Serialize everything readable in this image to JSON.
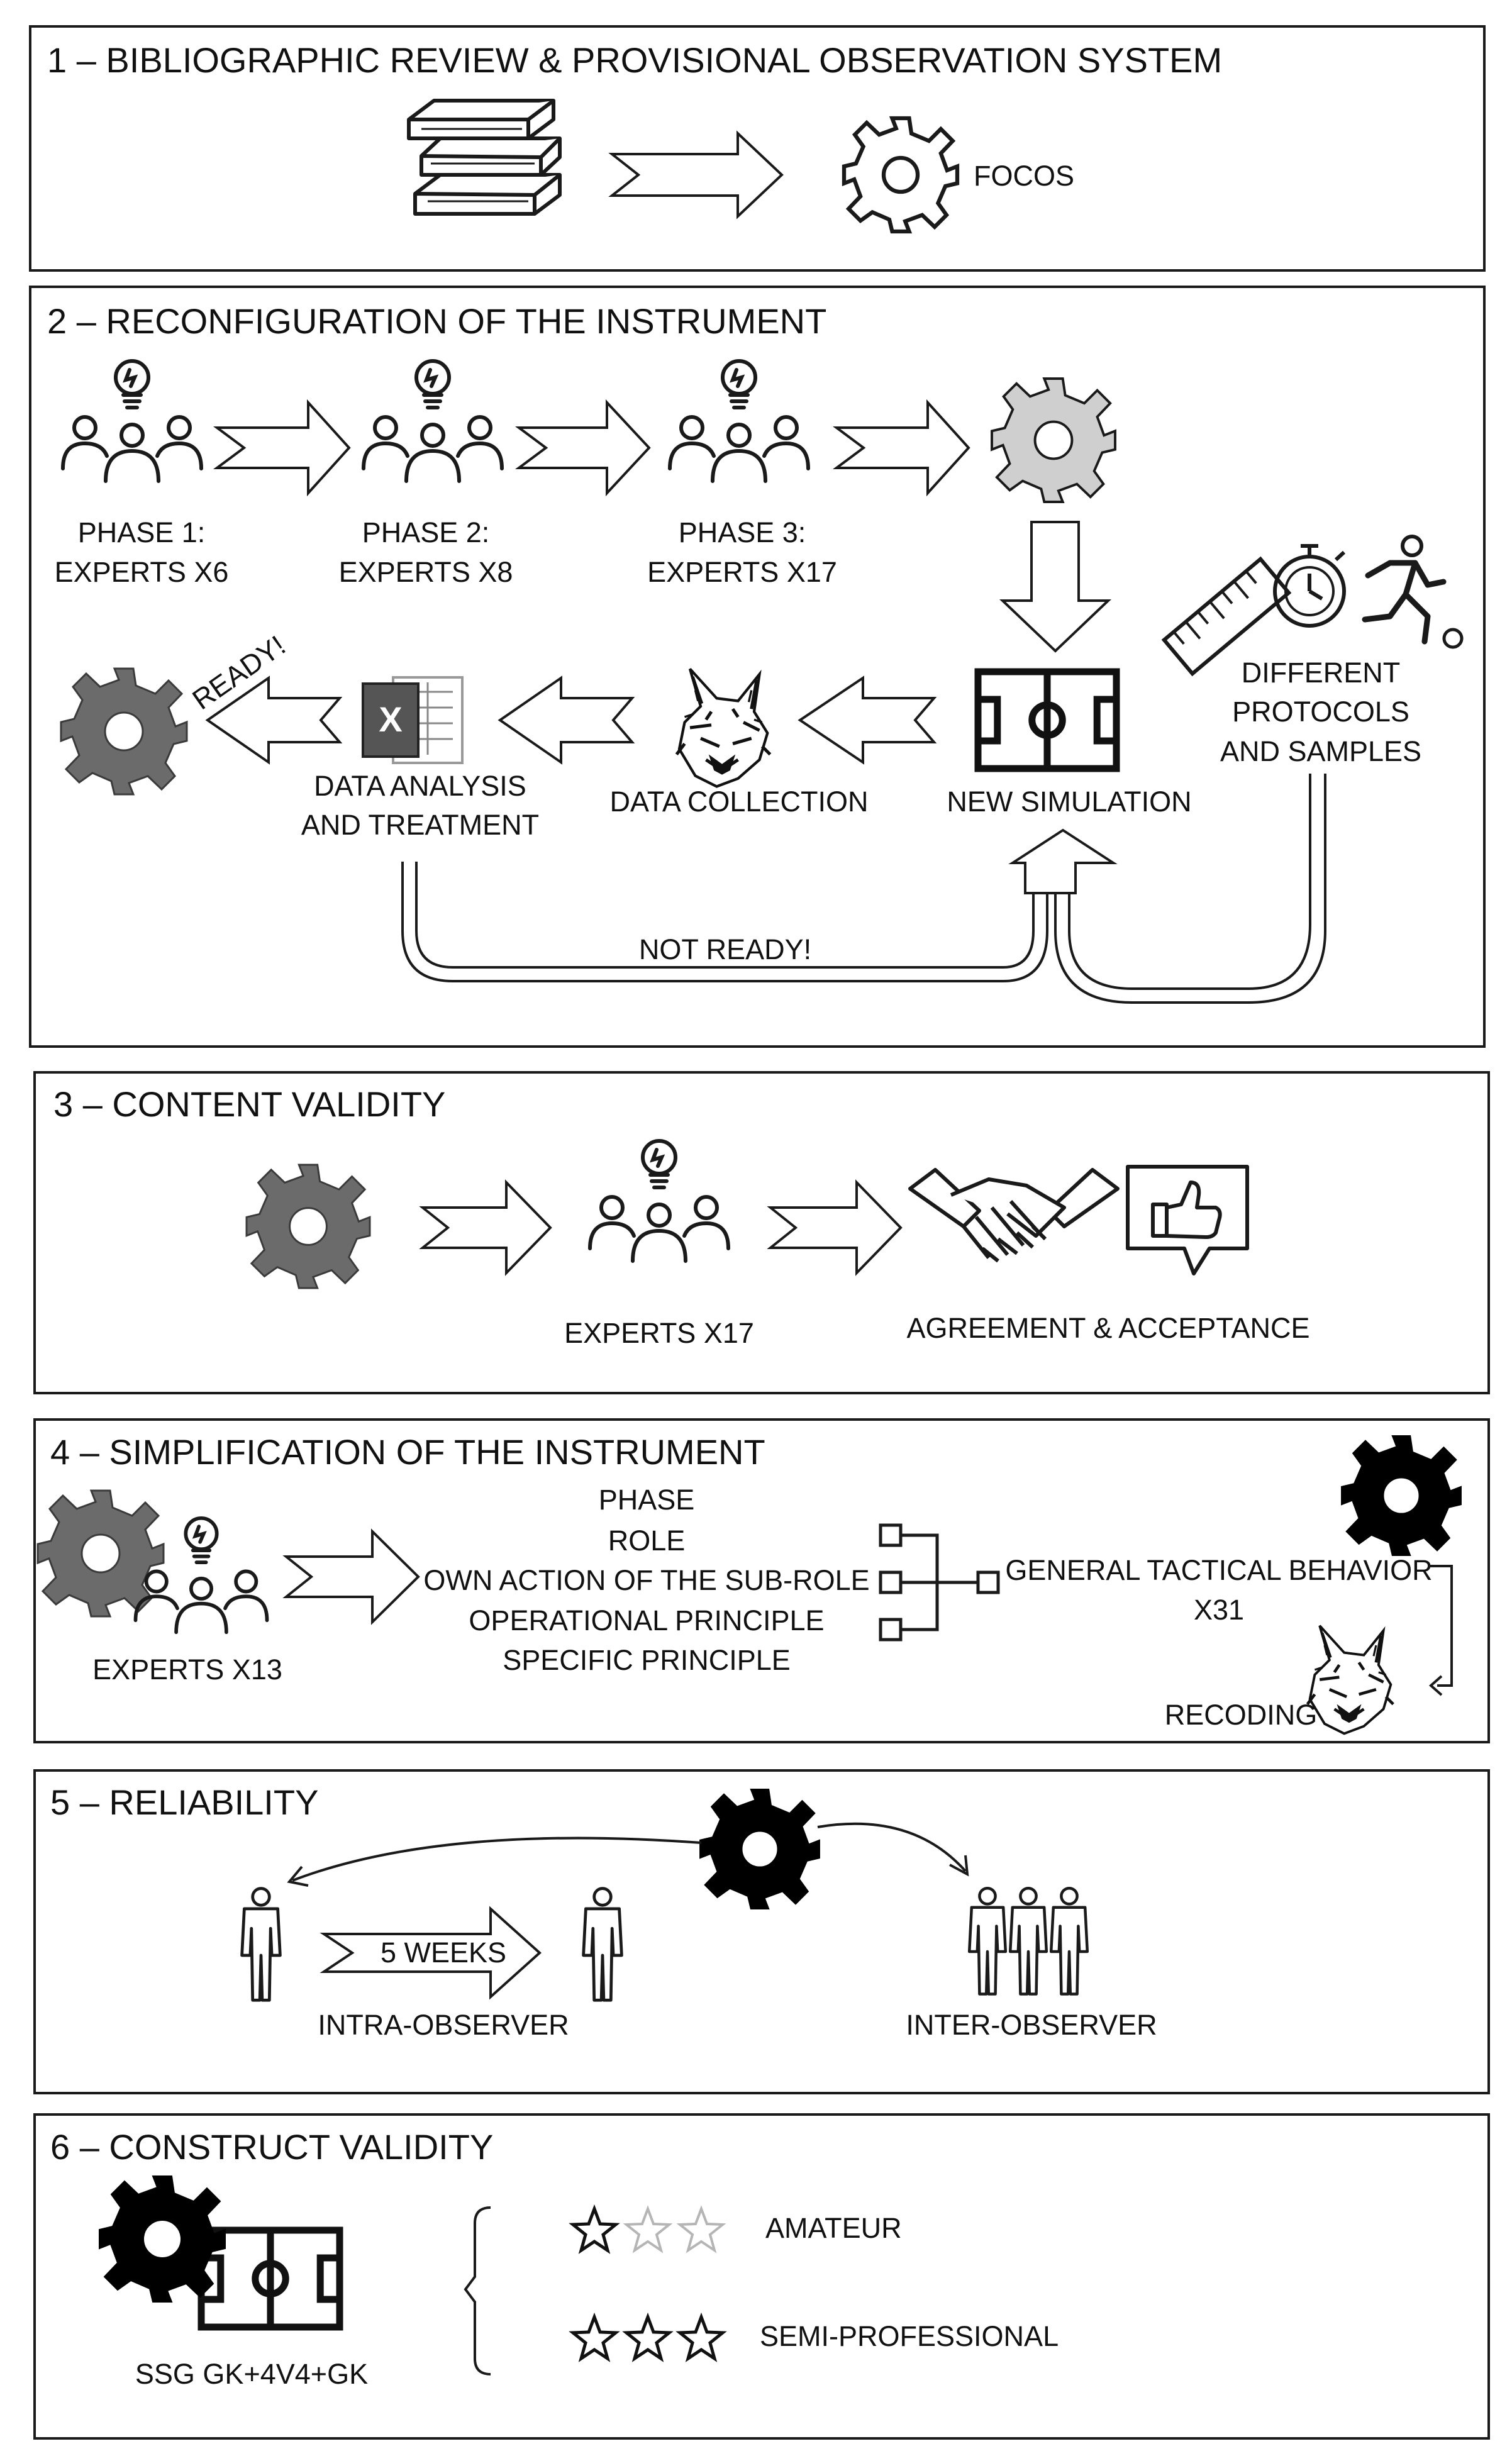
{
  "sections": {
    "s1": {
      "title": "1 – BIBLIOGRAPHIC REVIEW & PROVISIONAL OBSERVATION SYSTEM",
      "focos": "FOCOS"
    },
    "s2": {
      "title": "2 – RECONFIGURATION OF THE INSTRUMENT",
      "phase1": [
        "PHASE 1:",
        "EXPERTS X6"
      ],
      "phase2": [
        "PHASE 2:",
        "EXPERTS X8"
      ],
      "phase3": [
        "PHASE 3:",
        "EXPERTS X17"
      ],
      "protocols": [
        "DIFFERENT",
        "PROTOCOLS",
        "AND SAMPLES"
      ],
      "new_simulation": "NEW SIMULATION",
      "data_collection": "DATA COLLECTION",
      "data_analysis": [
        "DATA ANALYSIS",
        "AND TREATMENT"
      ],
      "ready": "READY!",
      "not_ready": "NOT READY!",
      "excel_letter": "X"
    },
    "s3": {
      "title": "3 – CONTENT VALIDITY",
      "experts": "EXPERTS X17",
      "agreement": "AGREEMENT & ACCEPTANCE"
    },
    "s4": {
      "title": "4 – SIMPLIFICATION OF THE INSTRUMENT",
      "experts": "EXPERTS X13",
      "levels": [
        "PHASE",
        "ROLE",
        "OWN ACTION OF THE SUB-ROLE",
        "OPERATIONAL PRINCIPLE",
        "SPECIFIC PRINCIPLE"
      ],
      "behavior": [
        "GENERAL TACTICAL BEHAVIOR",
        "X31"
      ],
      "recoding": "RECODING"
    },
    "s5": {
      "title": "5 – RELIABILITY",
      "weeks": "5 WEEKS",
      "intra": "INTRA-OBSERVER",
      "inter": "INTER-OBSERVER"
    },
    "s6": {
      "title": "6 – CONSTRUCT VALIDITY",
      "ssg": "SSG GK+4V4+GK",
      "amateur": "AMATEUR",
      "semi": "SEMI-PROFESSIONAL"
    }
  },
  "colors": {
    "gear_light": "#cfcfcf",
    "gear_mid": "#6b6b6b",
    "gear_dark": "#000000",
    "stroke": "#1a1a1a"
  },
  "icons": [
    "books-icon",
    "gear-icon",
    "experts-idea-icon",
    "ruler-icon",
    "stopwatch-icon",
    "runner-icon",
    "football-pitch-icon",
    "lynx-icon",
    "excel-icon",
    "handshake-icon",
    "thumbs-up-bubble-icon",
    "hierarchy-icon",
    "person-icon",
    "star-icon"
  ]
}
